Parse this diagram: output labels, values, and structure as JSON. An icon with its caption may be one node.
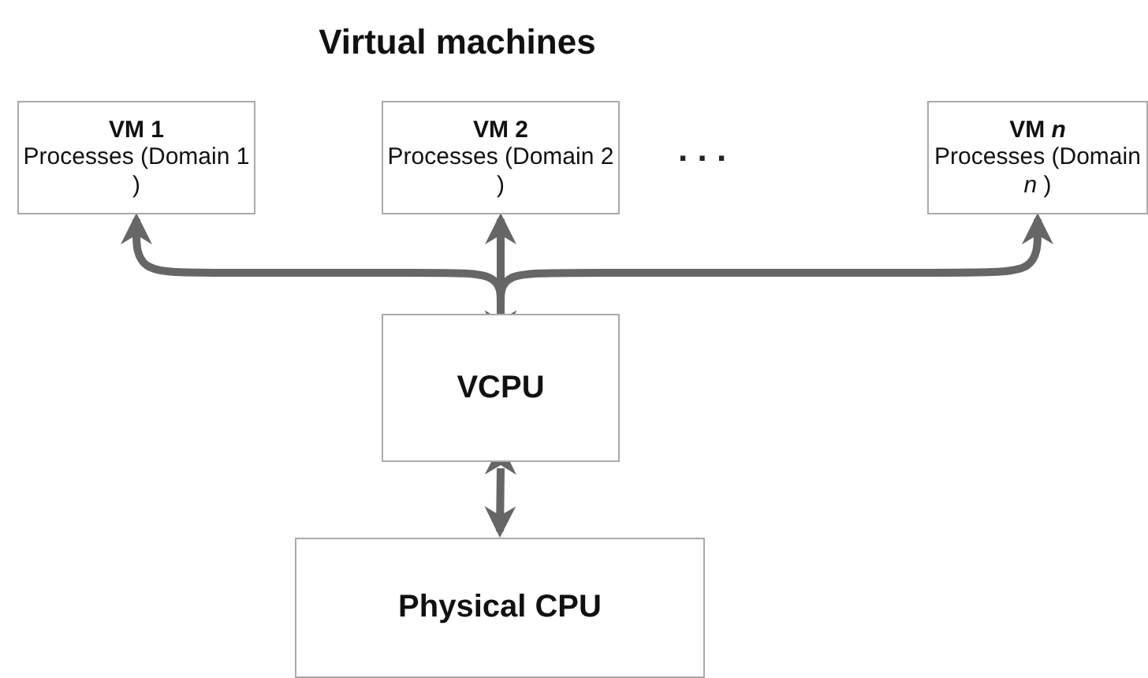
{
  "diagram": {
    "title": "Virtual machines",
    "nodes": [
      {
        "text": [
          "VM 1",
          "Processes (Domain 1 )"
        ]
      },
      {
        "text": [
          "VM 2",
          "Processes (Domain 2 )"
        ]
      },
      {
        "text": [
          "VM *n*",
          "Processes (Domain *n* )"
        ]
      },
      {
        "text": [
          "VCPU"
        ]
      },
      {
        "text": [
          "Physical CPU"
        ]
      }
    ],
    "edges": [
      {
        "from": 3,
        "to": 0,
        "arrow": "both"
      },
      {
        "from": 3,
        "to": 1,
        "arrow": "both"
      },
      {
        "from": 3,
        "to": 2,
        "arrow": "both"
      },
      {
        "from": 3,
        "to": 4,
        "arrow": "both"
      }
    ],
    "labels": [
      ". . ."
    ]
  }
}
